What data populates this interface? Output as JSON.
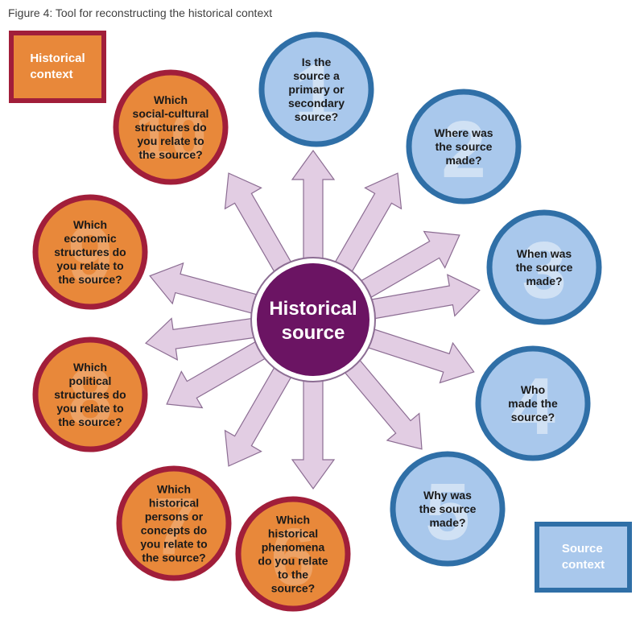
{
  "caption": "Figure 4: Tool for reconstructing the historical context",
  "center": {
    "line1": "Historical",
    "line2": "source"
  },
  "historical_context_label": "Historical\ncontext",
  "source_context_label": "Source\ncontext",
  "colors": {
    "orange_fill": "#e8883a",
    "orange_border": "#a11e3a",
    "blue_fill": "#a9c8ec",
    "blue_border": "#2f6fa7",
    "center_fill": "#6b1463",
    "arrow_fill": "#e2cde3",
    "arrow_stroke": "#8c6d93"
  },
  "circles": [
    {
      "id": "c1",
      "group": "source",
      "number": "1",
      "lines": [
        "Is the",
        "source a",
        "primary or",
        "secondary",
        "source?"
      ]
    },
    {
      "id": "c2",
      "group": "source",
      "number": "2",
      "lines": [
        "Where was",
        "the source",
        "made?"
      ]
    },
    {
      "id": "c3",
      "group": "source",
      "number": "3",
      "lines": [
        "When was",
        "the source",
        "made?"
      ]
    },
    {
      "id": "c4",
      "group": "source",
      "number": "4",
      "lines": [
        "Who",
        "made the",
        "source?"
      ]
    },
    {
      "id": "c5",
      "group": "source",
      "number": "5",
      "lines": [
        "Why was",
        "the source",
        "made?"
      ]
    },
    {
      "id": "c6",
      "group": "historical",
      "number": "6",
      "lines": [
        "Which",
        "historical",
        "phenomena",
        "do you relate",
        "to the",
        "source?"
      ]
    },
    {
      "id": "c7",
      "group": "historical",
      "number": "7",
      "lines": [
        "Which",
        "historical",
        "persons or",
        "concepts do",
        "you relate to",
        "the source?"
      ]
    },
    {
      "id": "c8",
      "group": "historical",
      "number": "8",
      "lines": [
        "Which",
        "political",
        "structures do",
        "you relate to",
        "the source?"
      ]
    },
    {
      "id": "c9",
      "group": "historical",
      "number": "9",
      "lines": [
        "Which",
        "economic",
        "structures do",
        "you relate to",
        "the source?"
      ]
    },
    {
      "id": "c10",
      "group": "historical",
      "number": "10",
      "lines": [
        "Which",
        "social-cultural",
        "structures do",
        "you relate to",
        "the source?"
      ]
    }
  ]
}
